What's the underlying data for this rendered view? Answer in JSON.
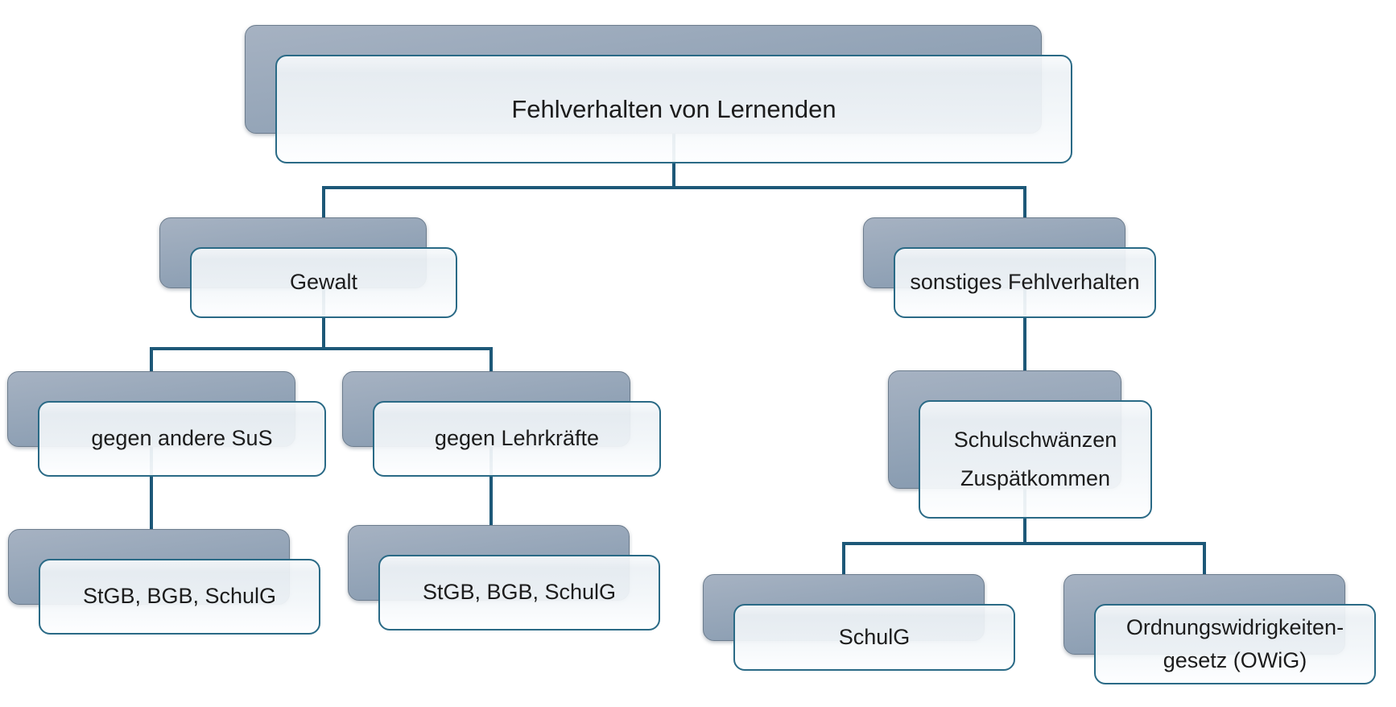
{
  "page": {
    "background": "#ffffff"
  },
  "colors": {
    "connector": "#1D5878",
    "node_border": "#2A6A86",
    "node_fill_top": "#ECF0F4",
    "node_fill_bottom": "#FBFCFD",
    "shadow_fill_top": "#A6B2C2",
    "shadow_fill_bottom": "#8297AD",
    "shadow_border": "#6C7C8D",
    "text": "#1C1C1C"
  },
  "nodes": {
    "root": {
      "label": "Fehlverhalten von Lernenden"
    },
    "gewalt": {
      "label": "Gewalt"
    },
    "sonstiges_fehlverhalten": {
      "label": "sonstiges Fehlverhalten"
    },
    "gegen_andere_sus": {
      "label": "gegen andere SuS"
    },
    "gegen_lehrkraefte": {
      "label": "gegen Lehrkräfte"
    },
    "stgb_bgb_schulg_links": {
      "label": "StGB, BGB, SchulG"
    },
    "stgb_bgb_schulg_mitte": {
      "label": "StGB, BGB, SchulG"
    },
    "schulschwaenzen_zuspaetkommen": {
      "lines": [
        "Schulschwänzen",
        "Zuspätkommen"
      ]
    },
    "schulg": {
      "label": "SchulG"
    },
    "owig": {
      "lines": [
        "Ordnungswidrigkeiten-",
        "gesetz (OWiG)"
      ]
    }
  },
  "hierarchy": {
    "root": [
      "gewalt",
      "sonstiges_fehlverhalten"
    ],
    "gewalt": [
      "gegen_andere_sus",
      "gegen_lehrkraefte"
    ],
    "gegen_andere_sus": [
      "stgb_bgb_schulg_links"
    ],
    "gegen_lehrkraefte": [
      "stgb_bgb_schulg_mitte"
    ],
    "sonstiges_fehlverhalten": [
      "schulschwaenzen_zuspaetkommen"
    ],
    "schulschwaenzen_zuspaetkommen": [
      "schulg",
      "owig"
    ]
  }
}
